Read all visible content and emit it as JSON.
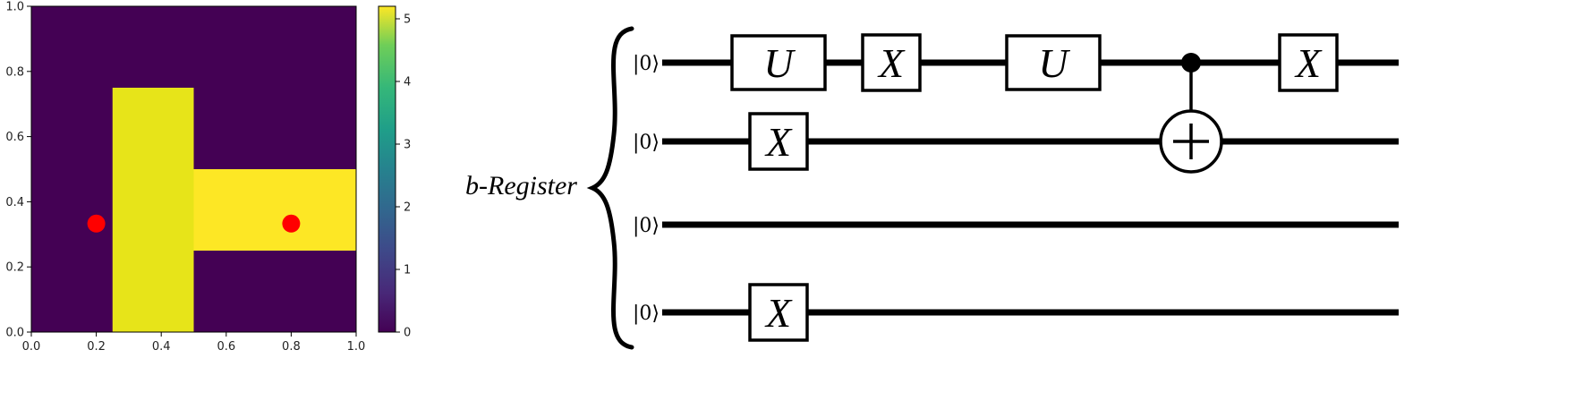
{
  "chart_data": {
    "type": "heatmap",
    "xlim": [
      0.0,
      1.0
    ],
    "ylim": [
      0.0,
      1.0
    ],
    "x_ticks": [
      "0.0",
      "0.2",
      "0.4",
      "0.6",
      "0.8",
      "1.0"
    ],
    "y_ticks": [
      "0.0",
      "0.2",
      "0.4",
      "0.6",
      "0.8",
      "1.0"
    ],
    "colorbar": {
      "range": [
        0,
        5.2
      ],
      "ticks": [
        "0",
        "1",
        "2",
        "3",
        "4",
        "5"
      ],
      "colormap": "viridis"
    },
    "background_value": 0,
    "regions": [
      {
        "x": [
          0.25,
          0.5
        ],
        "y": [
          0.0,
          0.75
        ],
        "value": 5.0
      },
      {
        "x": [
          0.5,
          1.0
        ],
        "y": [
          0.25,
          0.5
        ],
        "value": 5.2
      }
    ],
    "points": [
      {
        "x": 0.2,
        "y": 0.333,
        "color": "#ff0000"
      },
      {
        "x": 0.8,
        "y": 0.333,
        "color": "#ff0000"
      }
    ],
    "colors": {
      "background": "#440154",
      "vertical_bar": "#e7e419",
      "horizontal_bar": "#fde725",
      "points": "#ff0000"
    }
  },
  "circuit": {
    "register_label": "b-Register",
    "kets": [
      "|0⟩",
      "|0⟩",
      "|0⟩",
      "|0⟩"
    ],
    "gates": [
      {
        "label": "U",
        "wire": 0,
        "col": 0
      },
      {
        "label": "X",
        "wire": 0,
        "col": 1
      },
      {
        "label": "U",
        "wire": 0,
        "col": 2
      },
      {
        "label": "X",
        "wire": 0,
        "col": 4
      },
      {
        "label": "X",
        "wire": 1,
        "col": 0
      },
      {
        "label": "X",
        "wire": 3,
        "col": 0
      }
    ],
    "cnot": {
      "control_wire": 0,
      "target_wire": 1,
      "col": 3
    }
  }
}
